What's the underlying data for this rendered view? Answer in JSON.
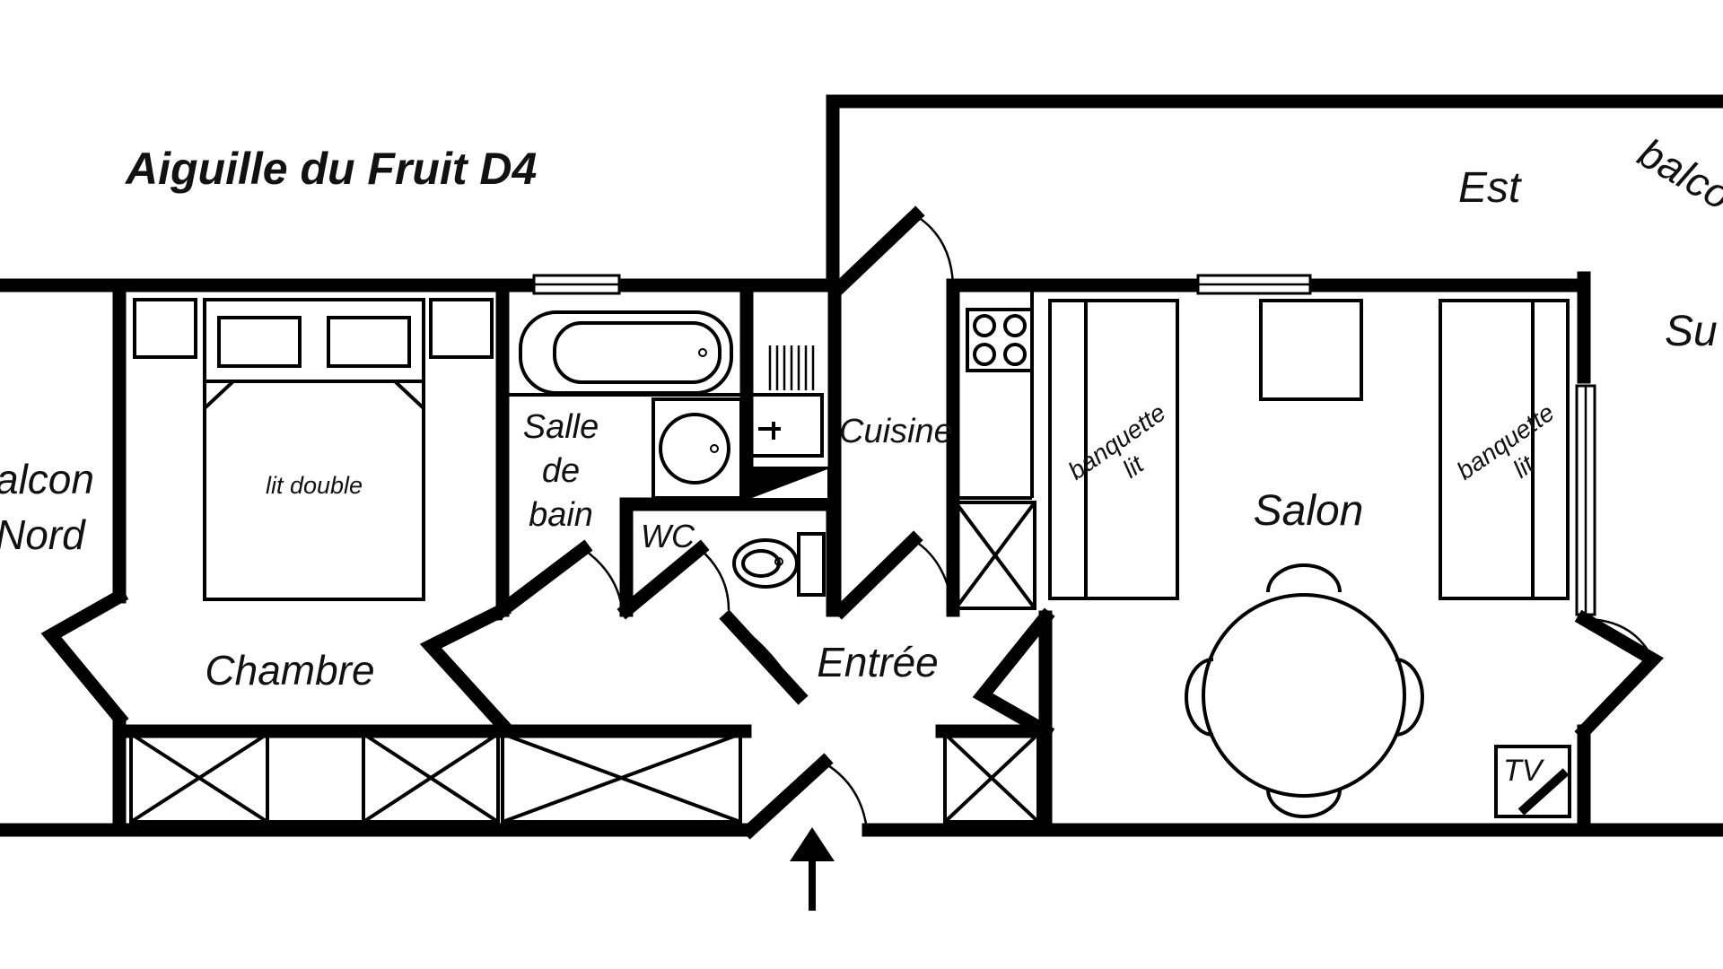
{
  "title": "Aiguille du Fruit D4",
  "rooms": {
    "chambre": "Chambre",
    "lit_double": "lit double",
    "salle_de_bain": [
      "Salle",
      "de",
      "bain"
    ],
    "wc": "WC",
    "cuisine": "Cuisine",
    "entree": "Entrée",
    "salon": "Salon",
    "banquette": "banquette",
    "lit": "lit",
    "tv": "TV"
  },
  "balconies": {
    "nord": [
      "alcon",
      "Nord"
    ],
    "est": "Est",
    "sud_fragment": "Su",
    "balcon_fragment": "balco"
  }
}
